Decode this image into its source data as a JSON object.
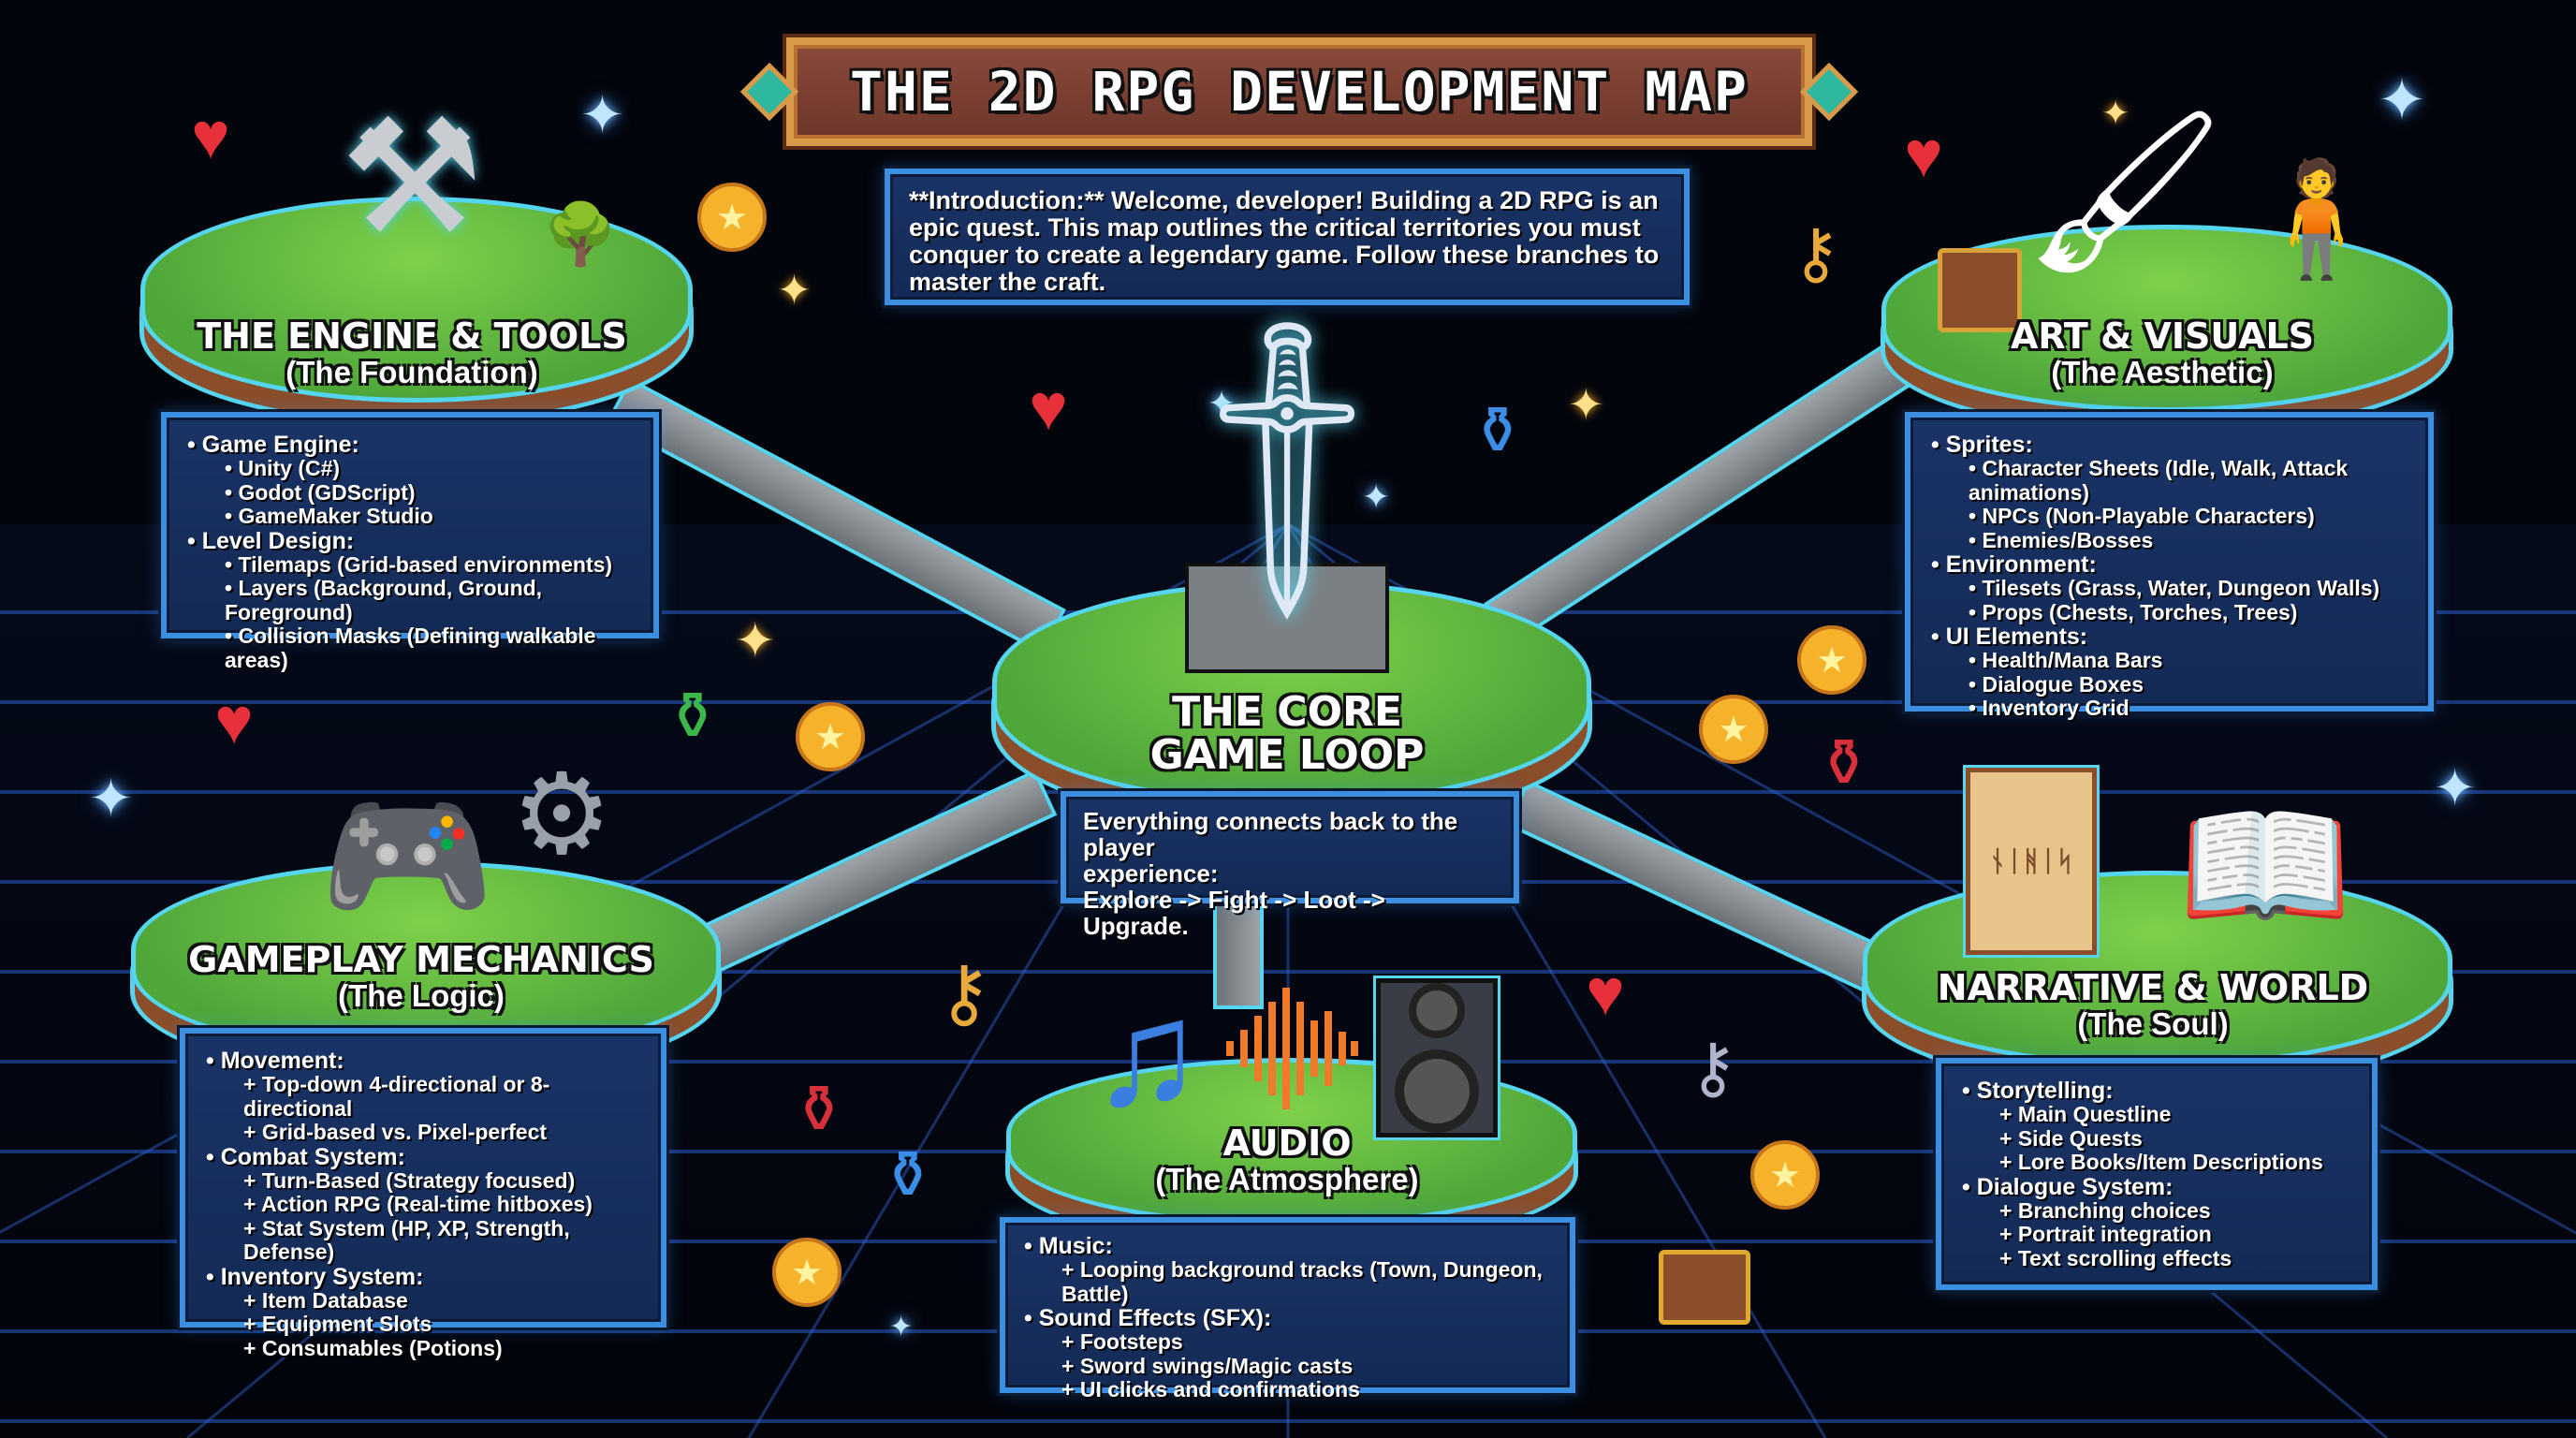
{
  "title": "THE 2D RPG DEVELOPMENT MAP",
  "intro": "**Introduction:** Welcome, developer! Building a 2D RPG is an epic quest. This map outlines the critical territories you must conquer to create a legendary game. Follow these branches to master the craft.",
  "core": {
    "title_line1": "THE CORE",
    "title_line2": "GAME LOOP",
    "text_line1": "Everything connects back to the player",
    "text_line2": "experience:",
    "text_line3": "Explore -> Fight -> Loot -> Upgrade."
  },
  "engine": {
    "title": "THE ENGINE & TOOLS",
    "subtitle": "(The Foundation)",
    "groups": [
      {
        "label": "Game Engine:",
        "items": [
          "Unity (C#)",
          "Godot (GDScript)",
          "GameMaker Studio"
        ]
      },
      {
        "label": "Level Design:",
        "items": [
          "Tilemaps (Grid-based environments)",
          "Layers (Background, Ground, Foreground)",
          "Collision Masks (Defining walkable areas)"
        ]
      }
    ]
  },
  "art": {
    "title": "ART & VISUALS",
    "subtitle": "(The Aesthetic)",
    "groups": [
      {
        "label": "Sprites:",
        "items": [
          "Character Sheets (Idle, Walk, Attack animations)",
          "NPCs (Non-Playable Characters)",
          "Enemies/Bosses"
        ]
      },
      {
        "label": "Environment:",
        "items": [
          "Tilesets (Grass, Water, Dungeon Walls)",
          "Props (Chests, Torches, Trees)"
        ]
      },
      {
        "label": "UI Elements:",
        "items": [
          "Health/Mana Bars",
          "Dialogue Boxes",
          "Inventory Grid"
        ]
      }
    ]
  },
  "mechanics": {
    "title": "GAMEPLAY MECHANICS",
    "subtitle": "(The Logic)",
    "groups": [
      {
        "label": "Movement:",
        "items": [
          "Top-down 4-directional or 8-directional",
          "Grid-based vs. Pixel-perfect"
        ]
      },
      {
        "label": "Combat System:",
        "items": [
          "Turn-Based (Strategy focused)",
          "Action RPG (Real-time hitboxes)",
          "Stat System (HP, XP, Strength, Defense)"
        ]
      },
      {
        "label": "Inventory System:",
        "items": [
          "Item Database",
          "Equipment Slots",
          "Consumables (Potions)"
        ]
      }
    ]
  },
  "audio": {
    "title": "AUDIO",
    "subtitle": "(The Atmosphere)",
    "groups": [
      {
        "label": "Music:",
        "items": [
          "Looping background tracks (Town, Dungeon, Battle)"
        ]
      },
      {
        "label": "Sound Effects (SFX):",
        "items": [
          "Footsteps",
          "Sword swings/Magic casts",
          "UI clicks and confirmations"
        ]
      }
    ]
  },
  "narrative": {
    "title": "NARRATIVE & WORLD",
    "subtitle": "(The Soul)",
    "groups": [
      {
        "label": "Storytelling:",
        "items": [
          "Main Questline",
          "Side Quests",
          "Lore Books/Item Descriptions"
        ]
      },
      {
        "label": "Dialogue System:",
        "items": [
          "Branching choices",
          "Portrait integration",
          "Text scrolling effects"
        ]
      }
    ]
  },
  "colors": {
    "background": "#03050c",
    "panel": "#1a3366",
    "panel_border": "#3b8ee0",
    "grass": "#5fb83f",
    "banner": "#7a3f31",
    "banner_trim": "#d89a48",
    "outline_glow": "#56d6ee"
  },
  "icons": [
    "wrench-hammer-icon",
    "sword-in-stone-icon",
    "paintbrush-icon",
    "hero-sprite-icon",
    "game-controller-icon",
    "gears-icon",
    "music-note-icon",
    "soundwave-icon",
    "speaker-icon",
    "scroll-icon",
    "open-book-icon",
    "heart-icon",
    "coin-icon",
    "potion-icon",
    "key-icon",
    "treasure-chest-icon",
    "sparkle-icon"
  ]
}
